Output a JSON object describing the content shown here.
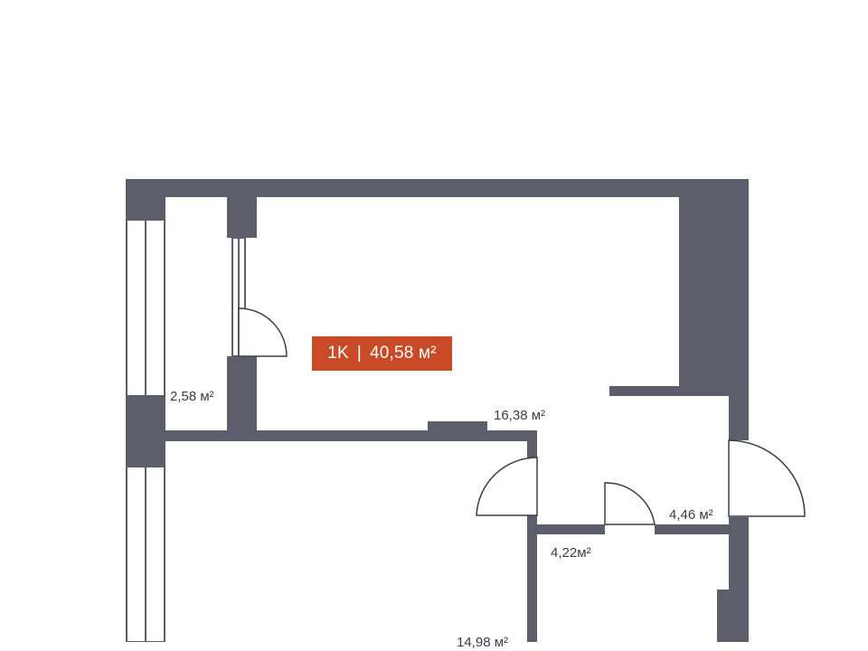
{
  "colors": {
    "wall": "#5c5f6b",
    "badge": "#c84a26",
    "background": "#ffffff",
    "text": "#3a3d4a"
  },
  "badge": {
    "rooms": "1K",
    "separator": "|",
    "area": "40,58 м²"
  },
  "rooms": {
    "balcony": {
      "area": "2,58 м²"
    },
    "living": {
      "area": "16,38 м²"
    },
    "hallway": {
      "area": "4,46 м²"
    },
    "bathroom": {
      "area": "4,22м²"
    },
    "bedroom": {
      "area": "14,98 м²"
    }
  }
}
